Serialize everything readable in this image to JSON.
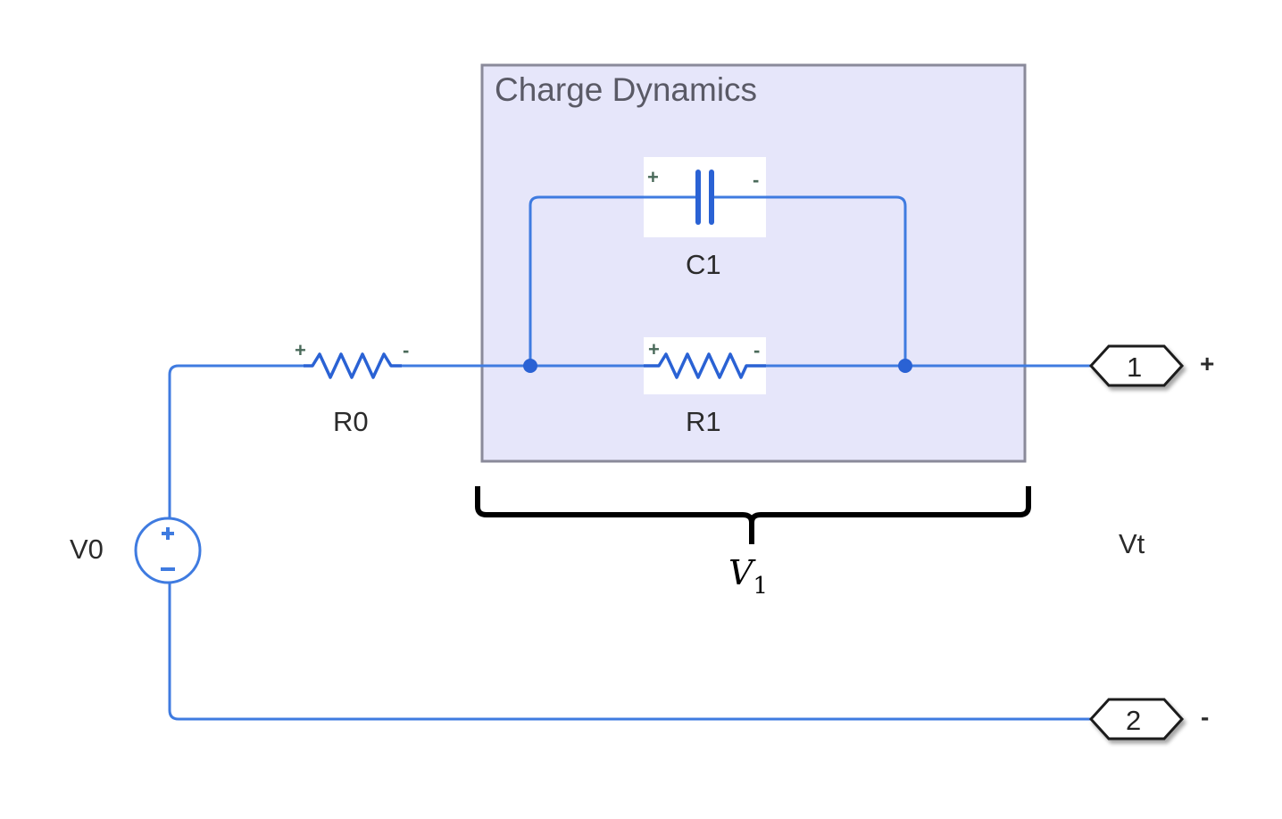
{
  "subsystem": {
    "title": "Charge Dynamics",
    "fill": "#e6e6fa",
    "border": "#8a8a9a"
  },
  "wire_color": "#3f7be0",
  "components": {
    "R0": {
      "label": "R0",
      "plus": "+",
      "minus": "-"
    },
    "R1": {
      "label": "R1",
      "plus": "+",
      "minus": "-"
    },
    "C1": {
      "label": "C1",
      "plus": "+",
      "minus": "-"
    },
    "V0": {
      "label": "V0",
      "plus": "+",
      "minus": "−"
    }
  },
  "ports": [
    {
      "number": "1",
      "sign": "+"
    },
    {
      "number": "2",
      "sign": "-"
    }
  ],
  "annotations": {
    "bracket_label_main": "V",
    "bracket_label_sub": "1",
    "terminal_voltage": "Vt"
  }
}
